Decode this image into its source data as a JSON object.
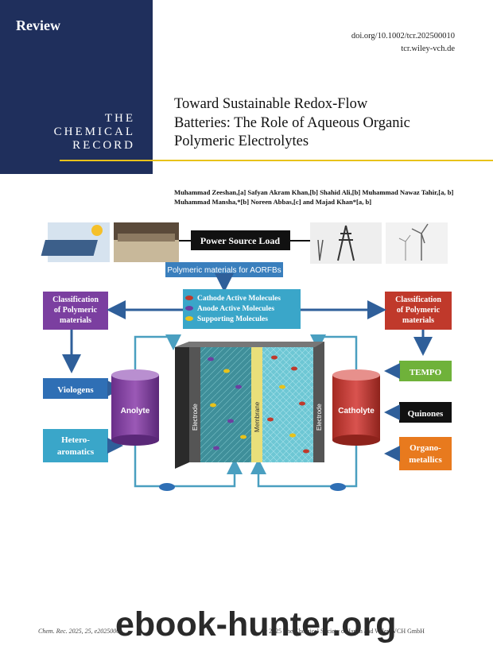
{
  "header": {
    "section": "Review",
    "journal_lines": [
      "THE",
      "CHEMICAL",
      "RECORD"
    ],
    "doi": "doi.org/10.1002/tcr.202500010",
    "site": "tcr.wiley-vch.de"
  },
  "article": {
    "title_lines": [
      "Toward Sustainable Redox-Flow",
      "Batteries: The Role of Aqueous Organic",
      "Polymeric Electrolytes"
    ],
    "authors_line1": "Muhammad Zeeshan,[a] Safyan Akram Khan,[b] Shahid Ali,[b] Muhammad Nawaz Tahir,[a, b]",
    "authors_line2": "Muhammad Mansha,*[b] Noreen Abbas,[c] and Majad Khan*[a, b]"
  },
  "figure": {
    "power_label": "Power Source Load",
    "polymer_label": "Polymeric materials for AORFBs",
    "molecules": [
      "Cathode Active Molecules",
      "Anode Active Molecules",
      "Supporting Molecules"
    ],
    "left_class": [
      "Classification",
      "of Polymeric",
      "materials"
    ],
    "right_class": [
      "Classification",
      "of Polymeric",
      "materials"
    ],
    "viologens": "Viologens",
    "hetero": [
      "Hetero-",
      "aromatics"
    ],
    "tempo": "TEMPO",
    "quinones": "Quinones",
    "organo": [
      "Organo-",
      "metallics"
    ],
    "anolyte": "Anolyte",
    "catholyte": "Catholyte",
    "electrode": "Electrode",
    "membrane": "Membrane",
    "colors": {
      "purple": "#7b3fa0",
      "red": "#c0392b",
      "blue": "#2f6fb5",
      "green": "#6fb23a",
      "orange": "#e87a1e",
      "teal": "#3aa6c9",
      "black": "#111111"
    }
  },
  "footer": {
    "citation": "Chem. Rec. 2025, 25, e2025000",
    "rights": "© 2025 The Chemical Society of Japan and Wiley-VCH GmbH",
    "watermark": "ebook-hunter.org"
  }
}
